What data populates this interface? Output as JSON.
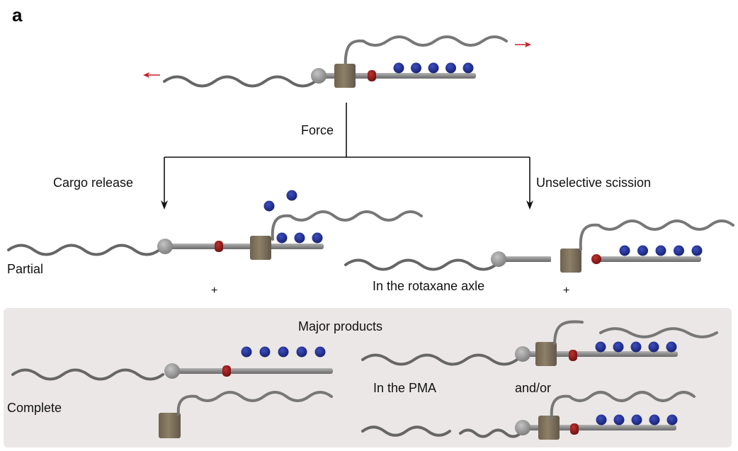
{
  "figure": {
    "panel_label": "a",
    "labels": {
      "force": "Force",
      "cargo_release": "Cargo release",
      "unselective_scission": "Unselective scission",
      "partial": "Partial",
      "in_rotaxane_axle": "In the rotaxane axle",
      "plus_left": "+",
      "plus_right": "+",
      "major_products": "Major products",
      "complete": "Complete",
      "in_pma": "In the PMA",
      "and_or": "and/or"
    },
    "colors": {
      "polymer": "#6b6b6b",
      "axle": "#8a8a8a",
      "stopper": "#9a9a9a",
      "ring": "#7c6f5a",
      "mechanophore": "#9b1c1c",
      "cargo": "#1f2b8f",
      "force_arrow": "#c8202a",
      "connector": "#111111",
      "panel_bg": "#ebe7e6"
    },
    "components": {
      "polymer_chain": "PMA polymer chain",
      "stopper": "stopper bead",
      "ring": "macrocycle ring",
      "mechanophore": "mechanophore (red bead)",
      "cargo": "cargo molecules (blue beads)"
    },
    "start_state": {
      "cargo_count": 5
    },
    "cargo_release_partial": {
      "cargo_on_axle": 3,
      "cargo_released": 2
    },
    "scission_axle": {
      "cargo_on_axle": 5
    },
    "complete": {
      "cargo_released": 5
    },
    "pma_upper": {
      "cargo_on_axle": 5
    },
    "pma_lower": {
      "cargo_on_axle": 5
    }
  }
}
